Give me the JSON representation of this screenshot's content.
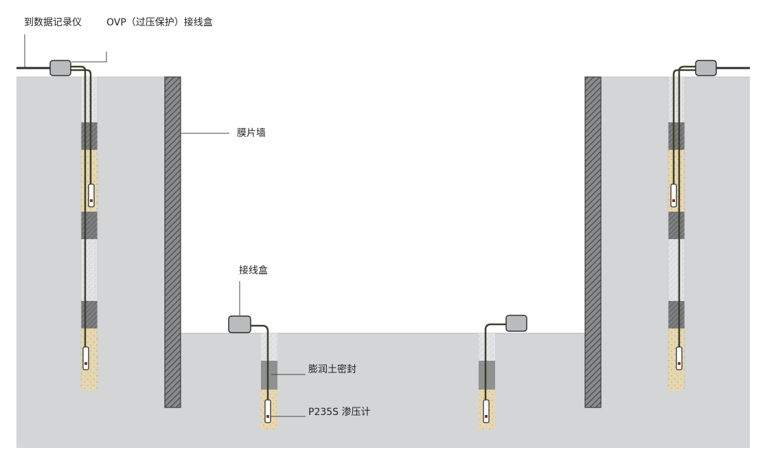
{
  "labels": {
    "to_logger": "到数据记录仪",
    "ovp_box": "OVP（过压保护）接线盒",
    "diaphragm_wall": "膜片墙",
    "junction_box": "接线盒",
    "bentonite_seal": "膨润土密封",
    "piezometer": "P235S 渗压计"
  },
  "colors": {
    "ground": "#d4d5d6",
    "sand": "#e7d7b1",
    "bentonite": "#8f9090",
    "grout": "#e2e3e4",
    "cable": "#3b3d28",
    "box": "#b9bbbd",
    "leader": "#444444"
  },
  "icons": [
    "junction-box-icon",
    "piezometer-icon"
  ]
}
